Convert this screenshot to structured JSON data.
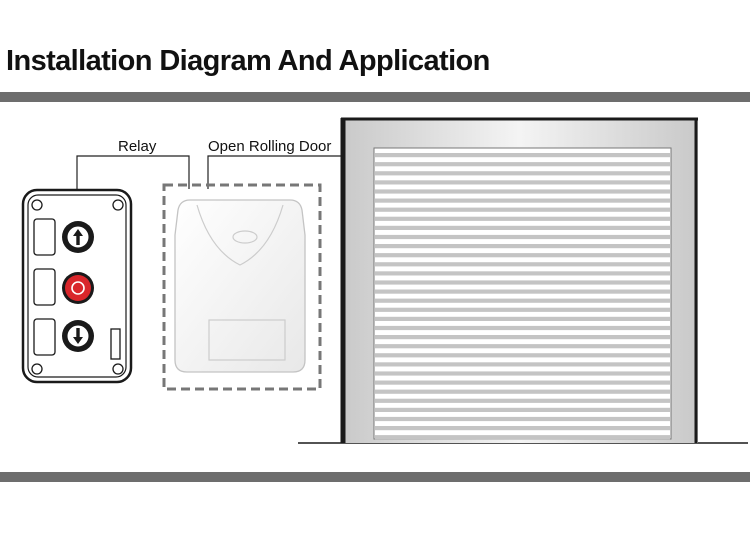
{
  "title": "Installation Diagram And Application",
  "labels": {
    "relay": "Relay",
    "door": "Open Rolling Door"
  },
  "colors": {
    "bar": "#6d6d6d",
    "stop_button": "#d9262b",
    "dashed_box": "#777777"
  },
  "icons": {
    "up": "up-arrow-icon",
    "stop": "stop-circle-icon",
    "down": "down-arrow-icon"
  }
}
